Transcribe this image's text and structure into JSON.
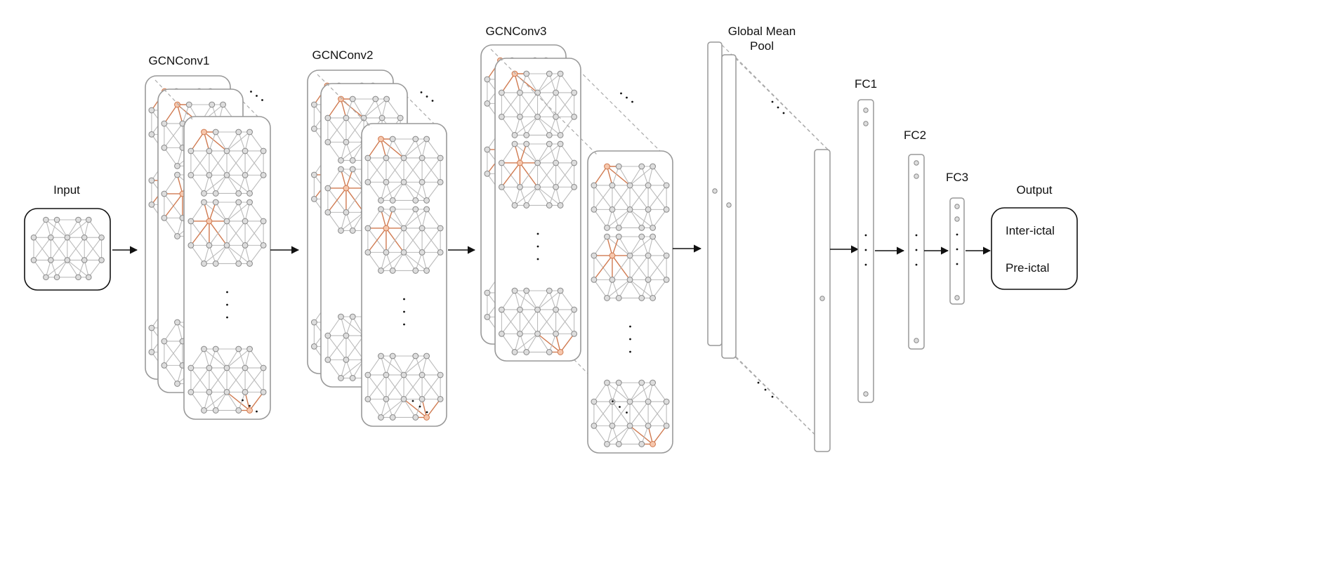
{
  "diagram": {
    "input": {
      "label": "Input"
    },
    "layers": [
      {
        "label": "GCNConv1"
      },
      {
        "label": "GCNConv2"
      },
      {
        "label": "GCNConv3"
      }
    ],
    "pool": {
      "label_line1": "Global Mean",
      "label_line2": "Pool"
    },
    "fc": [
      {
        "label": "FC1"
      },
      {
        "label": "FC2"
      },
      {
        "label": "FC3"
      }
    ],
    "output": {
      "label": "Output",
      "classes": [
        "Inter-ictal",
        "Pre-ictal"
      ]
    },
    "colors": {
      "edge": "#bbbbbb",
      "node_fill": "#dddddd",
      "node_stroke": "#888888",
      "highlight_edge": "#d07a50",
      "highlight_node": "#f6c7ad"
    }
  }
}
